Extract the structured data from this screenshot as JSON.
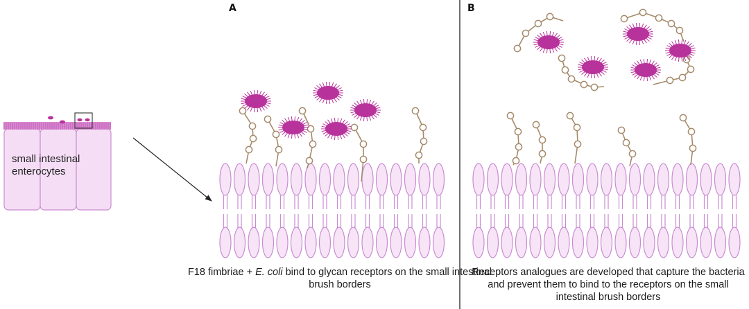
{
  "panels": {
    "a": {
      "letter": "A"
    },
    "b": {
      "letter": "B"
    }
  },
  "cells_label": {
    "line1": "small intestinal",
    "line2": "enterocytes"
  },
  "caption_a": {
    "before": "F18 fimbriae + ",
    "italic": "E. coli",
    "after": " bind to glycan receptors on the small intestinal brush borders"
  },
  "caption_b": {
    "text": "Receptors analogues are developed that capture the bacteria and prevent them to bind to the receptors on the small intestinal brush borders"
  },
  "colors": {
    "membrane_fill": "#f7e4f7",
    "membrane_stroke": "#c98bd2",
    "bacterium": "#b8329c",
    "chain": "#a58a6a",
    "chain_node_fill": "#ffffff",
    "cell_fill": "#f5def5",
    "brush_border": "#c05cb7"
  }
}
